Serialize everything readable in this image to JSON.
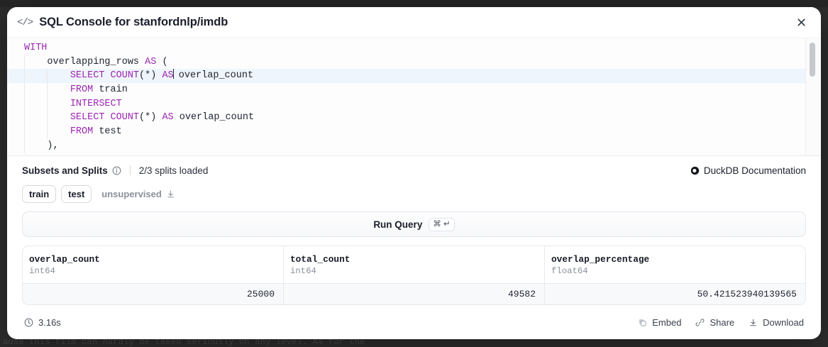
{
  "background": {
    "clipped_row_text": "ause this film can hardly be taken seriously on any level. As for the"
  },
  "modal": {
    "icon": "code-tag-icon",
    "title": "SQL Console for stanfordnlp/imdb",
    "close_icon": "close-icon"
  },
  "editor": {
    "lines": [
      {
        "indent": 0,
        "guides": 0,
        "active": false,
        "tokens": [
          {
            "t": "WITH",
            "k": true
          }
        ]
      },
      {
        "indent": 1,
        "guides": 1,
        "active": false,
        "tokens": [
          {
            "t": "overlapping_rows ",
            "k": false
          },
          {
            "t": "AS",
            "k": true
          },
          {
            "t": " (",
            "k": false
          }
        ]
      },
      {
        "indent": 2,
        "guides": 2,
        "active": true,
        "tokens": [
          {
            "t": "SELECT COUNT",
            "k": true
          },
          {
            "t": "(*) ",
            "k": false
          },
          {
            "t": "AS",
            "k": true
          },
          {
            "t": "|",
            "k": false
          },
          {
            "t": " overlap_count",
            "k": false
          }
        ]
      },
      {
        "indent": 2,
        "guides": 2,
        "active": false,
        "tokens": [
          {
            "t": "FROM",
            "k": true
          },
          {
            "t": " train",
            "k": false
          }
        ]
      },
      {
        "indent": 2,
        "guides": 2,
        "active": false,
        "tokens": [
          {
            "t": "INTERSECT",
            "k": true
          }
        ]
      },
      {
        "indent": 2,
        "guides": 2,
        "active": false,
        "tokens": [
          {
            "t": "SELECT COUNT",
            "k": true
          },
          {
            "t": "(*) ",
            "k": false
          },
          {
            "t": "AS",
            "k": true
          },
          {
            "t": " overlap_count",
            "k": false
          }
        ]
      },
      {
        "indent": 2,
        "guides": 2,
        "active": false,
        "tokens": [
          {
            "t": "FROM",
            "k": true
          },
          {
            "t": " test",
            "k": false
          }
        ]
      },
      {
        "indent": 1,
        "guides": 1,
        "active": false,
        "tokens": [
          {
            "t": "),",
            "k": false
          }
        ]
      }
    ],
    "scrollbar": "vertical-scrollbar"
  },
  "splits": {
    "title": "Subsets and Splits",
    "info_icon": "info-icon",
    "status": "2/3 splits loaded",
    "doc_link": "DuckDB Documentation",
    "doc_icon": "duckdb-icon",
    "chips": [
      {
        "label": "train",
        "loaded": true
      },
      {
        "label": "test",
        "loaded": true
      },
      {
        "label": "unsupervised",
        "loaded": false,
        "icon": "download-icon"
      }
    ]
  },
  "run_query": {
    "label": "Run Query",
    "shortcut": "⌘ ↵"
  },
  "results": {
    "columns": [
      {
        "name": "overlap_count",
        "type": "int64"
      },
      {
        "name": "total_count",
        "type": "int64"
      },
      {
        "name": "overlap_percentage",
        "type": "float64"
      }
    ],
    "rows": [
      [
        "25000",
        "49582",
        "50.421523940139565"
      ]
    ]
  },
  "footer": {
    "clock_icon": "clock-icon",
    "duration": "3.16s",
    "actions": [
      {
        "label": "Embed",
        "icon": "copy-icon"
      },
      {
        "label": "Share",
        "icon": "link-icon"
      },
      {
        "label": "Download",
        "icon": "download-icon"
      }
    ]
  },
  "colors": {
    "keyword": "#9c27b0",
    "active_line": "#eff5fd",
    "panel": "#ffffff",
    "row_bg": "#f8f9fb",
    "border": "#e7e9ec"
  }
}
